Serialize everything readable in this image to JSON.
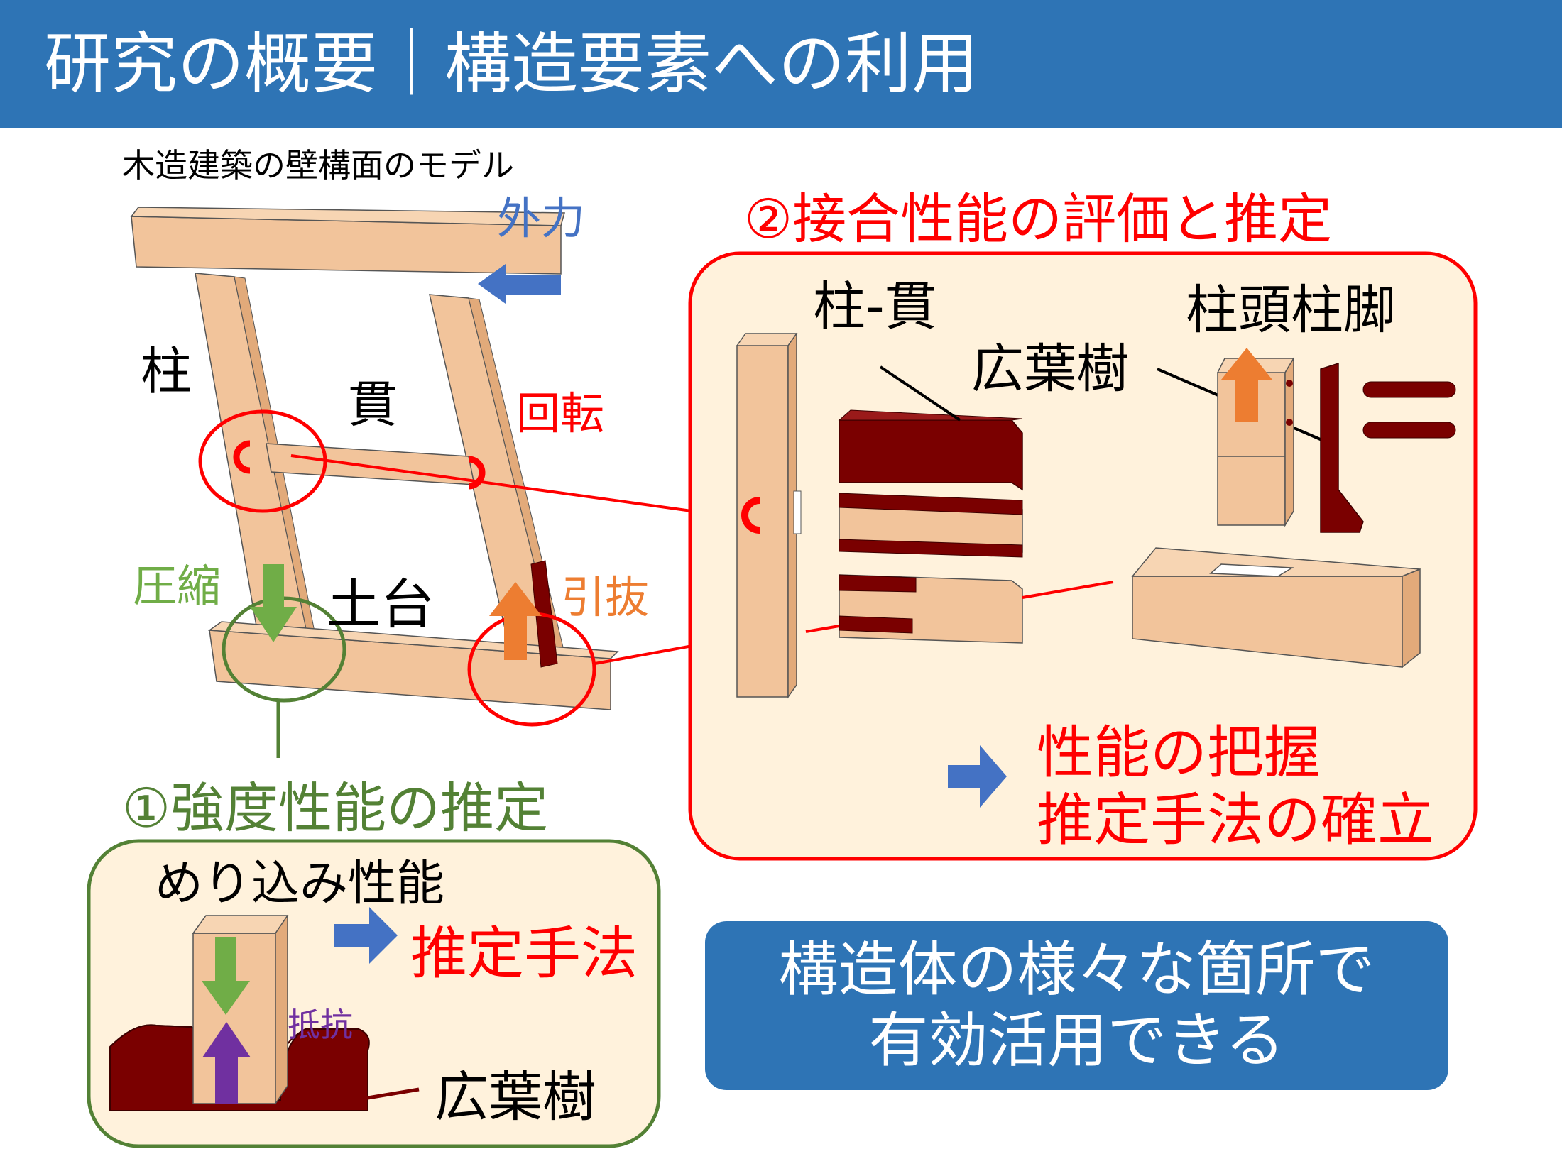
{
  "header": {
    "title": "研究の概要｜構造要素への利用"
  },
  "model": {
    "caption": "木造建築の壁構面のモデル",
    "external_force": "外力",
    "column": "柱",
    "nuki": "貫",
    "rotation": "回転",
    "compression": "圧縮",
    "sill": "土台",
    "pullout": "引抜"
  },
  "section1": {
    "heading": "①強度性能の推定",
    "embedment": "めり込み性能",
    "method": "推定手法",
    "resistance": "抵抗",
    "hardwood": "広葉樹"
  },
  "section2": {
    "heading": "②接合性能の評価と推定",
    "column_nuki": "柱-貫",
    "capital_base": "柱頭柱脚",
    "hardwood": "広葉樹",
    "result_line1": "性能の把握",
    "result_line2": "推定手法の確立"
  },
  "summary": {
    "line1": "構造体の様々な箇所で",
    "line2": "有効活用できる"
  },
  "colors": {
    "header_bg": "#2e74b5",
    "wood": "#f2c49b",
    "hardwood": "#7a0000",
    "red": "#ff0000",
    "green": "#538135",
    "light_green": "#70ad47",
    "orange": "#ed7d31",
    "blue": "#4472c4",
    "purple": "#7030a0",
    "panel_fill": "#fff2dc"
  }
}
